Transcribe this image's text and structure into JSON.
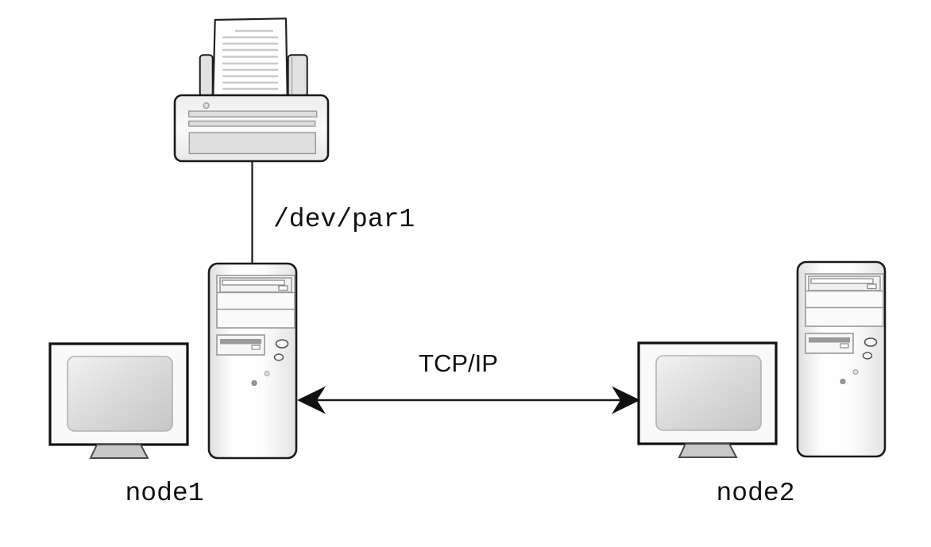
{
  "diagram": {
    "type": "network-topology",
    "background_color": "#ffffff",
    "labels": {
      "printer_port": "/dev/par1",
      "network_protocol": "TCP/IP",
      "node1": "node1",
      "node2": "node2"
    },
    "nodes": [
      {
        "id": "node1",
        "label": "node1",
        "devices": [
          "monitor",
          "computer-tower",
          "printer"
        ]
      },
      {
        "id": "node2",
        "label": "node2",
        "devices": [
          "monitor",
          "computer-tower"
        ]
      }
    ],
    "connections": [
      {
        "from": "printer",
        "to": "node1",
        "label": "/dev/par1",
        "style": "plain-line"
      },
      {
        "from": "node1",
        "to": "node2",
        "label": "TCP/IP",
        "style": "double-headed-arrow"
      }
    ],
    "icons": {
      "printer": "printer-icon",
      "monitor": "monitor-icon",
      "tower": "computer-tower-icon"
    },
    "colors": {
      "outline": "#1a1a1a",
      "panel_fill": "#e0e0e0",
      "device_fill": "#f7f7f7",
      "screen_fill": "#d4d4d4",
      "detail_gray": "#999999"
    }
  }
}
